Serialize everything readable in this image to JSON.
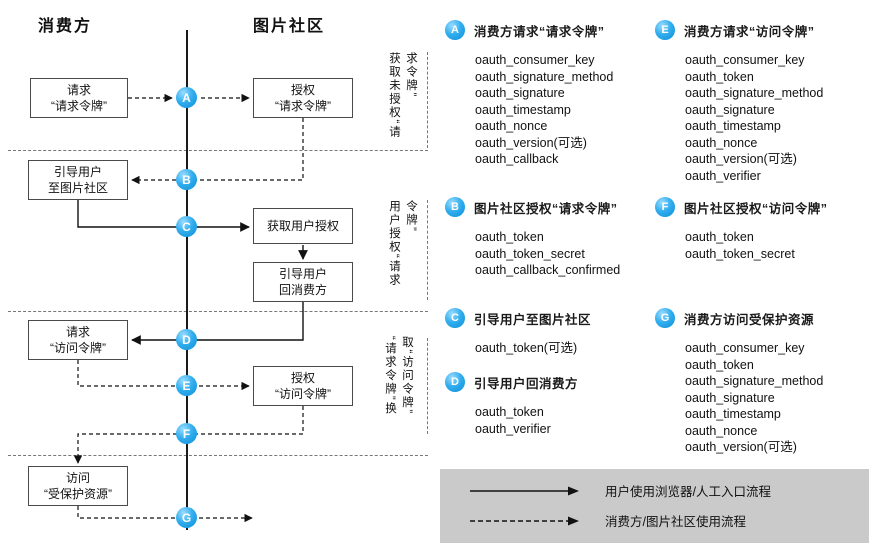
{
  "diagram": {
    "consumer_lane": "消费方",
    "community_lane": "图片社区",
    "boxes": {
      "request_request_token": [
        "请求",
        "“请求令牌”"
      ],
      "redirect_to_community": [
        "引导用户",
        "至图片社区"
      ],
      "request_access_token": [
        "请求",
        "“访问令牌”"
      ],
      "access_protected_resources": [
        "访问",
        "“受保护资源”"
      ],
      "authorize_request_token": [
        "授权",
        "“请求令牌”"
      ],
      "get_user_authorization": [
        "获取用户授权"
      ],
      "redirect_back_to_consumer": [
        "引导用户",
        "回消费方"
      ],
      "authorize_access_token": [
        "授权",
        "“访问令牌”"
      ]
    },
    "steps": [
      "A",
      "B",
      "C",
      "D",
      "E",
      "F",
      "G"
    ],
    "phases": [
      "获取未授权“请求令牌”",
      "用户授权“请求令牌”",
      "“请求令牌”换取“访问令牌”"
    ]
  },
  "legend": {
    "items": [
      {
        "letter": "A",
        "title": "消费方请求“请求令牌”",
        "params": [
          "oauth_consumer_key",
          "oauth_signature_method",
          "oauth_signature",
          "oauth_timestamp",
          "oauth_nonce",
          "oauth_version(可选)",
          "oauth_callback"
        ]
      },
      {
        "letter": "B",
        "title": "图片社区授权“请求令牌”",
        "params": [
          "oauth_token",
          "oauth_token_secret",
          "oauth_callback_confirmed"
        ]
      },
      {
        "letter": "C",
        "title": "引导用户至图片社区",
        "params": [
          "oauth_token(可选)"
        ]
      },
      {
        "letter": "D",
        "title": "引导用户回消费方",
        "params": [
          "oauth_token",
          "oauth_verifier"
        ]
      },
      {
        "letter": "E",
        "title": "消费方请求“访问令牌”",
        "params": [
          "oauth_consumer_key",
          "oauth_token",
          "oauth_signature_method",
          "oauth_signature",
          "oauth_timestamp",
          "oauth_nonce",
          "oauth_version(可选)",
          "oauth_verifier"
        ]
      },
      {
        "letter": "F",
        "title": "图片社区授权“访问令牌”",
        "params": [
          "oauth_token",
          "oauth_token_secret"
        ]
      },
      {
        "letter": "G",
        "title": "消费方访问受保护资源",
        "params": [
          "oauth_consumer_key",
          "oauth_token",
          "oauth_signature_method",
          "oauth_signature",
          "oauth_timestamp",
          "oauth_nonce",
          "oauth_version(可选)"
        ]
      }
    ],
    "flow_key": {
      "solid": "用户使用浏览器/人工入口流程",
      "dashed": "消费方/图片社区使用流程"
    }
  },
  "colors": {
    "step_circle": "#149fe8",
    "flow_key_bg": "#cacaca"
  }
}
